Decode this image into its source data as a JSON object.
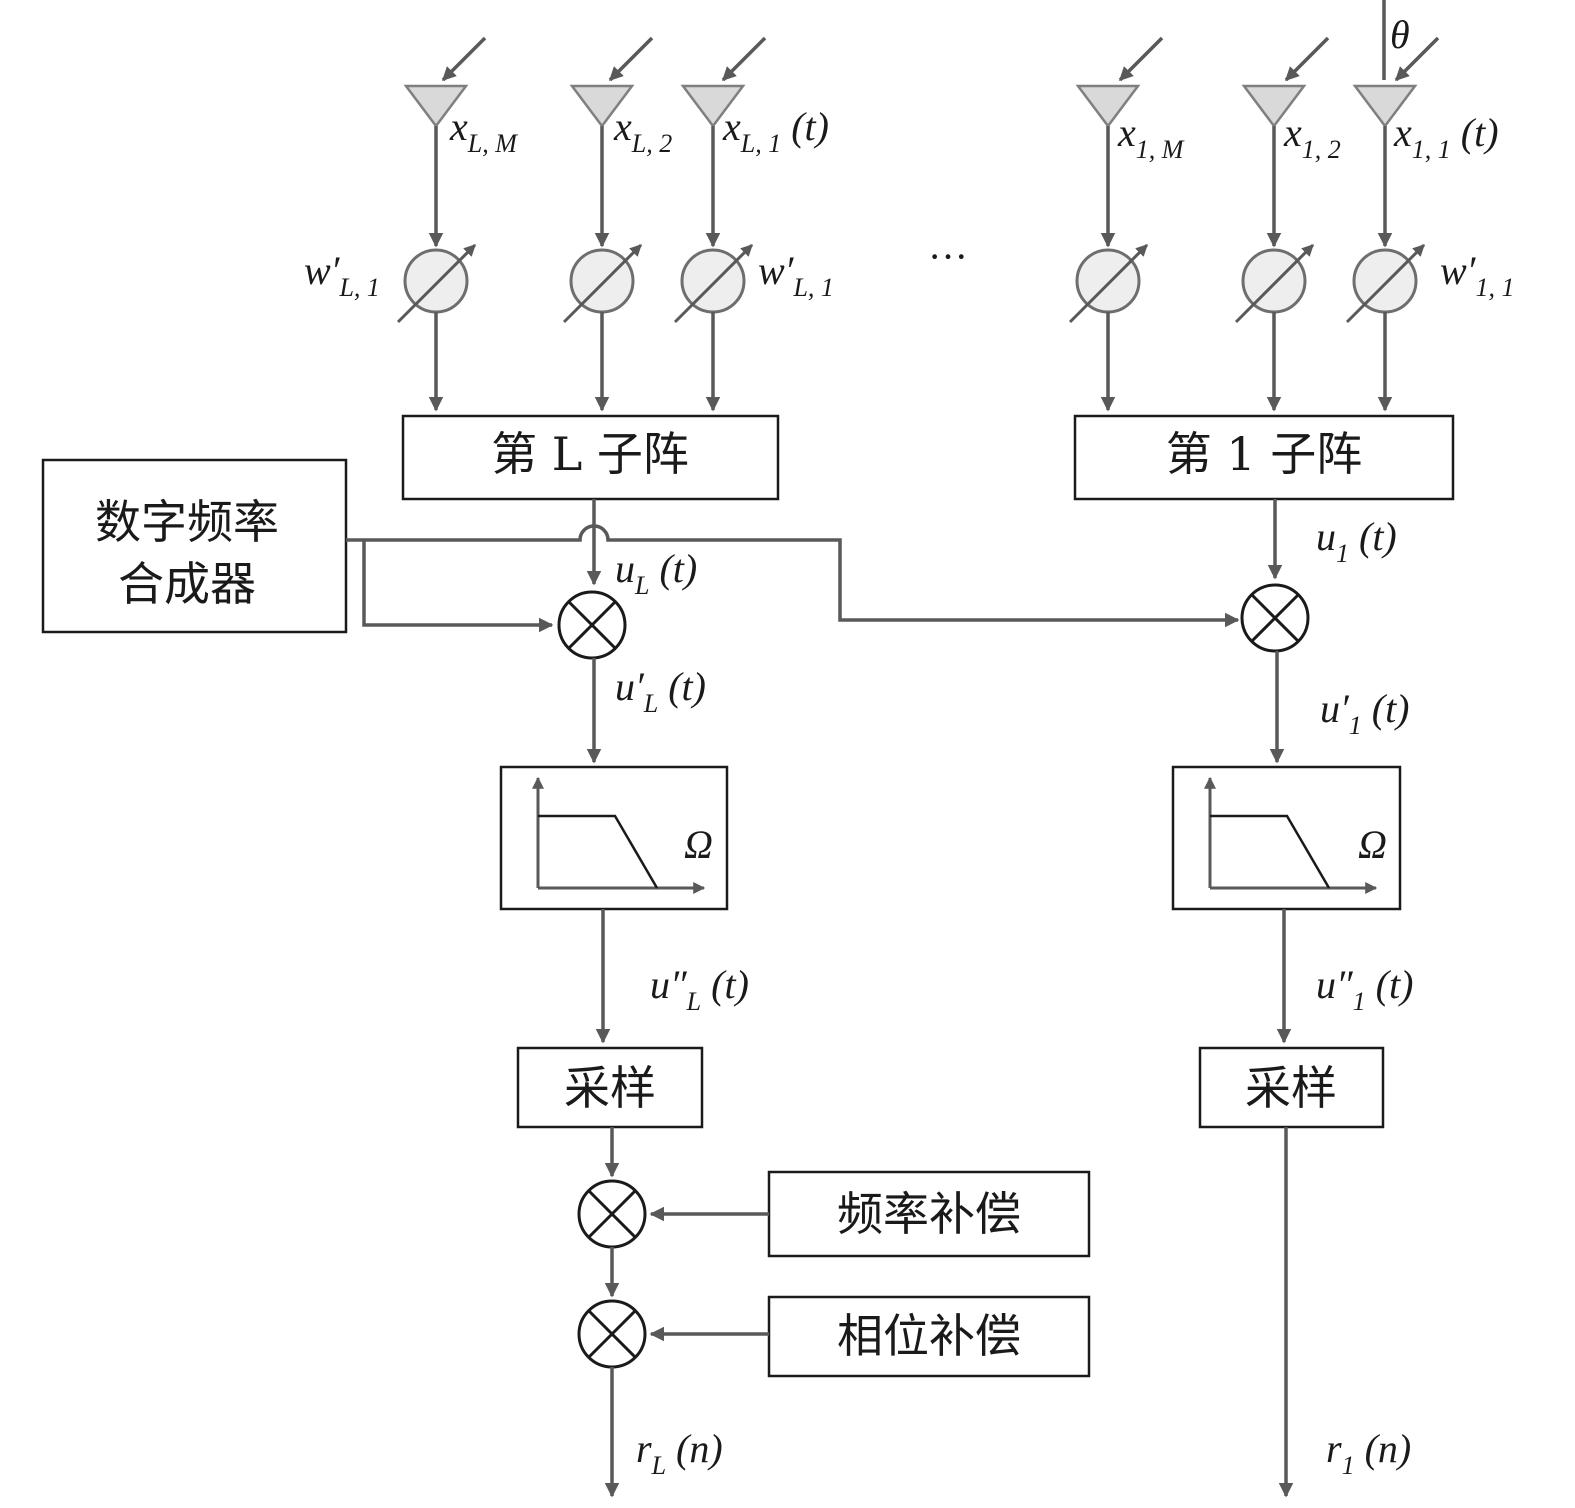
{
  "subarrays": {
    "left": {
      "box_label": "第 L 子阵",
      "antennas": [
        {
          "symbol": "x",
          "sub": "L, M",
          "arg": ""
        },
        {
          "symbol": "x",
          "sub": "L, 2",
          "arg": ""
        },
        {
          "symbol": "x",
          "sub": "L, 1",
          "arg": "(t)"
        }
      ],
      "phase_shifter_labels": [
        {
          "symbol": "w′",
          "sub": "L, 1"
        },
        {
          "symbol": "w′",
          "sub": "L, 1"
        }
      ],
      "signals": {
        "u": {
          "symbol": "u",
          "sub": "L",
          "arg": "(t)"
        },
        "u_prime": {
          "symbol": "u′",
          "sub": "L",
          "arg": "(t)"
        },
        "u_dprime": {
          "symbol": "u″",
          "sub": "L",
          "arg": "(t)"
        },
        "r": {
          "symbol": "r",
          "sub": "L",
          "arg": "(n)"
        }
      },
      "sampler_label": "采样",
      "filter_axis_label": "Ω"
    },
    "right": {
      "box_label": "第 1 子阵",
      "antennas": [
        {
          "symbol": "x",
          "sub": "1, M",
          "arg": ""
        },
        {
          "symbol": "x",
          "sub": "1, 2",
          "arg": ""
        },
        {
          "symbol": "x",
          "sub": "1, 1",
          "arg": "(t)"
        }
      ],
      "phase_shifter_labels": [
        {
          "symbol": "w′",
          "sub": "1, 1"
        }
      ],
      "signals": {
        "u": {
          "symbol": "u",
          "sub": "1",
          "arg": "(t)"
        },
        "u_prime": {
          "symbol": "u′",
          "sub": "1",
          "arg": "(t)"
        },
        "u_dprime": {
          "symbol": "u″",
          "sub": "1",
          "arg": "(t)"
        },
        "r": {
          "symbol": "r",
          "sub": "1",
          "arg": "(n)"
        }
      },
      "sampler_label": "采样",
      "filter_axis_label": "Ω"
    }
  },
  "incidence_angle": "θ",
  "ellipsis": "···",
  "synthesizer_label_line1": "数字频率",
  "synthesizer_label_line2": "合成器",
  "frequency_compensation_label": "频率补偿",
  "phase_compensation_label": "相位补偿",
  "colors": {
    "line": "#595959",
    "box_border": "#1a1a1a",
    "antenna_fill": "#d9d9d9",
    "phase_shifter_fill": "#eeeeee"
  },
  "icons": [
    "antenna-icon",
    "phase-shifter-icon",
    "mixer-icon",
    "lowpass-filter-icon"
  ]
}
